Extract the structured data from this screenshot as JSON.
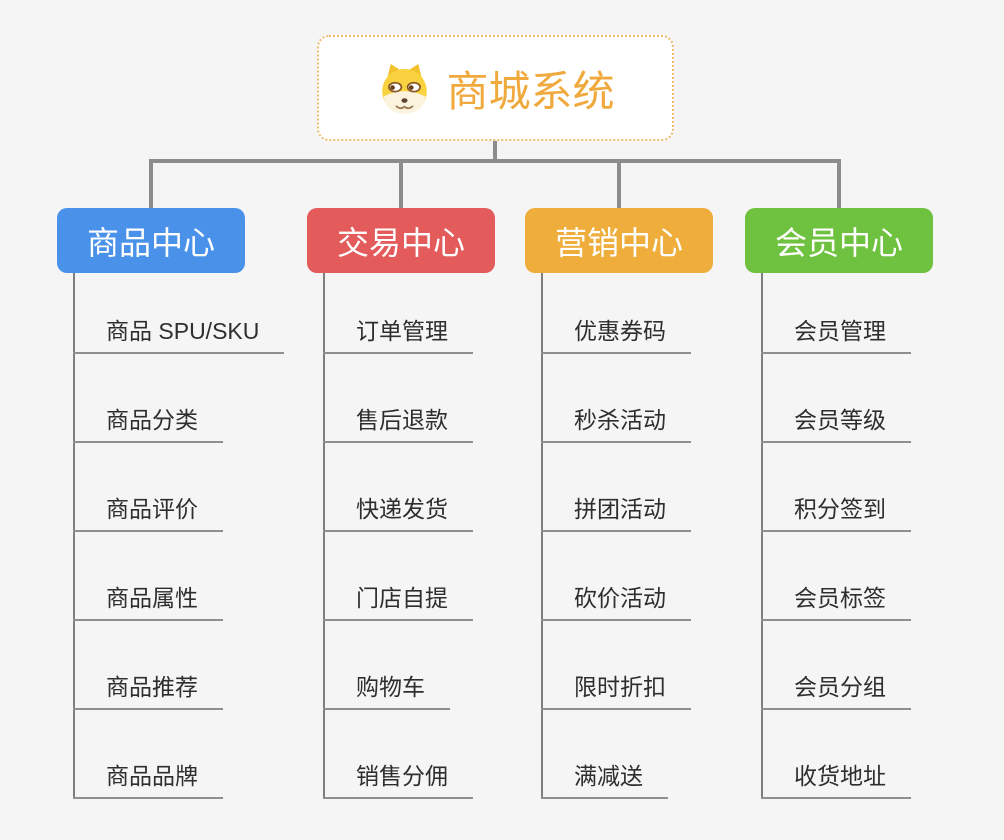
{
  "root": {
    "title": "商城系统",
    "title_color": "#f0a93c",
    "icon": "doge-icon"
  },
  "branches": [
    {
      "label": "商品中心",
      "color": "#4a92e9",
      "items": [
        "商品 SPU/SKU",
        "商品分类",
        "商品评价",
        "商品属性",
        "商品推荐",
        "商品品牌"
      ]
    },
    {
      "label": "交易中心",
      "color": "#e45b5b",
      "items": [
        "订单管理",
        "售后退款",
        "快递发货",
        "门店自提",
        "购物车",
        "销售分佣"
      ]
    },
    {
      "label": "营销中心",
      "color": "#efae3c",
      "items": [
        "优惠券码",
        "秒杀活动",
        "拼团活动",
        "砍价活动",
        "限时折扣",
        "满减送"
      ]
    },
    {
      "label": "会员中心",
      "color": "#6fc23f",
      "items": [
        "会员管理",
        "会员等级",
        "积分签到",
        "会员标签",
        "会员分组",
        "收货地址"
      ]
    }
  ],
  "colors": {
    "background": "#f5f5f6",
    "connector": "#8c8c8c",
    "trunk_line": "#7e7e7e",
    "underline": "#8f8f8f",
    "leaf_text": "#2e2e2e",
    "root_border": "#edba6b",
    "root_background": "#ffffff"
  }
}
